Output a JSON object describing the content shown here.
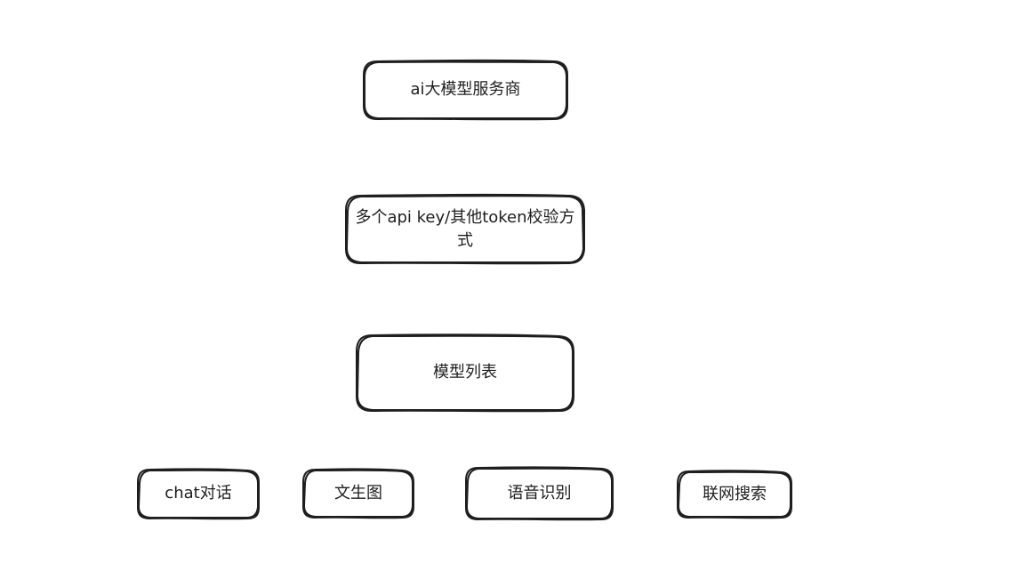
{
  "diagram": {
    "stroke_color": "#1e1e1e",
    "background": "#ffffff",
    "nodes": {
      "provider": {
        "label": "ai大模型服务商"
      },
      "auth": {
        "label": "多个api key/其他token校验方式"
      },
      "model_list": {
        "label": "模型列表"
      },
      "chat": {
        "label": "chat对话"
      },
      "text_to_image": {
        "label": "文生图"
      },
      "speech": {
        "label": "语音识别"
      },
      "web_search": {
        "label": "联网搜索"
      }
    }
  }
}
